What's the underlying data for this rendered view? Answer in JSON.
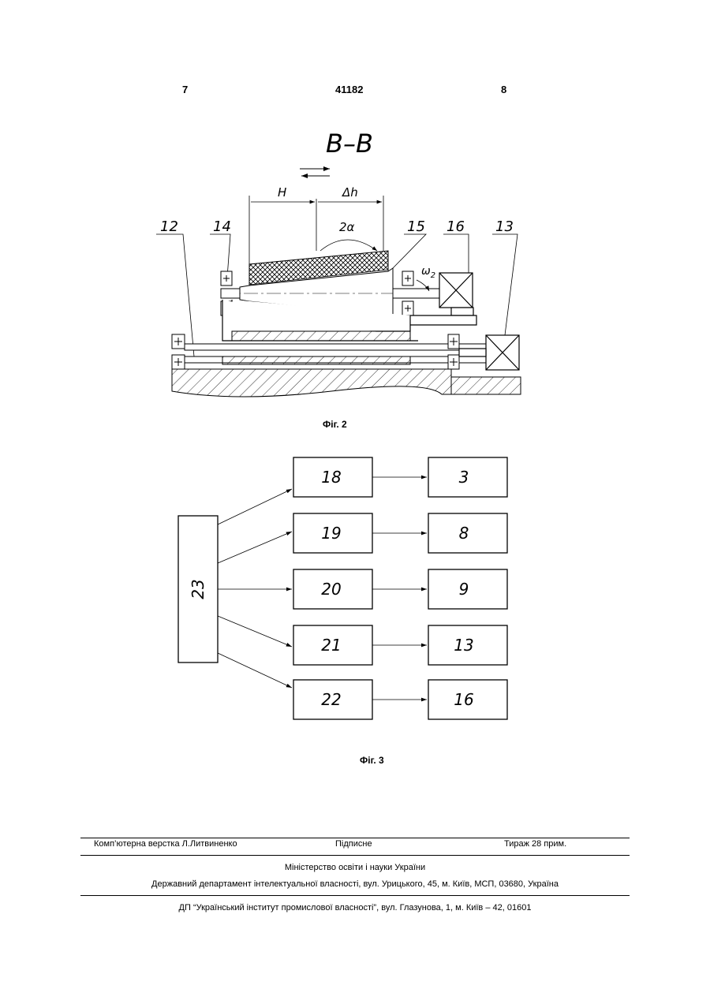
{
  "header": {
    "page_left": "7",
    "patent_number": "41182",
    "page_right": "8"
  },
  "figure2": {
    "section_label": "B–B",
    "dim_H": "H",
    "dim_delta_h": "Δh",
    "angle_label": "2α",
    "omega_label": "ω",
    "omega_sub": "2",
    "callouts": [
      "12",
      "14",
      "15",
      "16",
      "13"
    ],
    "caption": "Фіг. 2"
  },
  "figure3": {
    "source_block": "23",
    "rows": [
      {
        "mid": "18",
        "out": "3"
      },
      {
        "mid": "19",
        "out": "8"
      },
      {
        "mid": "20",
        "out": "9"
      },
      {
        "mid": "21",
        "out": "13"
      },
      {
        "mid": "22",
        "out": "16"
      }
    ],
    "caption": "Фіг. 3"
  },
  "footer": {
    "layout": "Комп’ютерна верстка Л.Литвиненко",
    "signed": "Підписне",
    "circulation": "Тираж 28 прим.",
    "ministry": "Міністерство освіти і науки України",
    "department": "Державний департамент інтелектуальної власності, вул. Урицького, 45, м. Київ, МСП, 03680, Україна",
    "institute": "ДП “Український інститут промислової власності”, вул. Глазунова, 1, м. Київ – 42, 01601"
  }
}
